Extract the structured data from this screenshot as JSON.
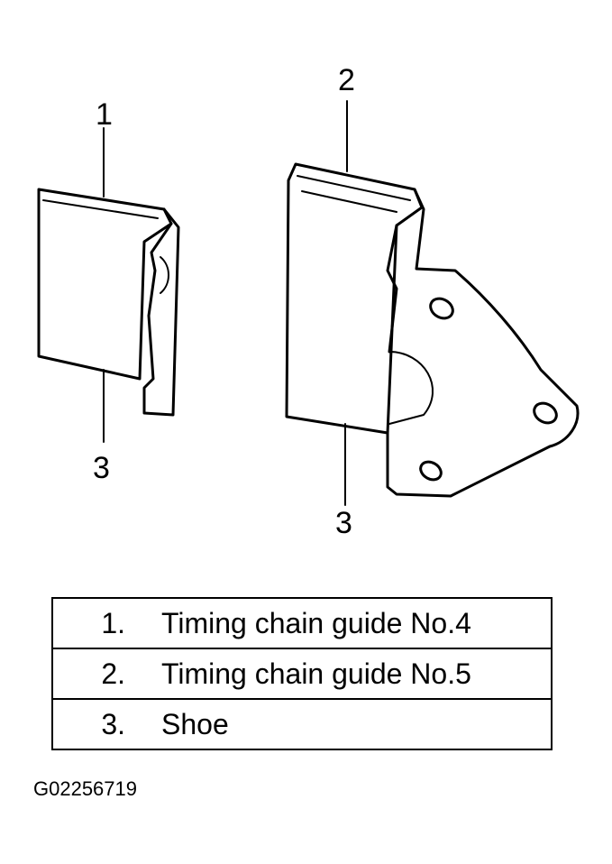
{
  "callouts": {
    "guide4_top": "1",
    "guide4_bottom": "3",
    "guide5_top": "2",
    "guide5_bottom": "3"
  },
  "legend": [
    {
      "num": "1.",
      "text": "Timing chain guide No.4"
    },
    {
      "num": "2.",
      "text": "Timing chain guide No.5"
    },
    {
      "num": "3.",
      "text": "Shoe"
    }
  ],
  "figure_id": "G02256719"
}
